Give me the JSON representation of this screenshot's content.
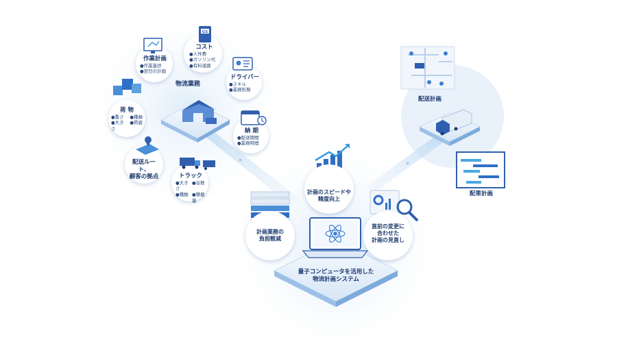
{
  "left": {
    "cluster_title": "物流業務",
    "work_plan": {
      "title": "作業計画",
      "items": [
        "作業進捗",
        "翌日の計画"
      ]
    },
    "cost": {
      "title": "コスト",
      "items": [
        "人件費",
        "ガソリン代",
        "有料道路"
      ],
      "sign": "GS"
    },
    "driver": {
      "title": "ドライバー",
      "items": [
        "スキル",
        "業務形態"
      ]
    },
    "cargo": {
      "title": "荷 物",
      "items": [
        "重さ",
        "種類",
        "大きさ",
        "荷姿"
      ]
    },
    "deadline": {
      "title": "納 期",
      "items": [
        "配送期間",
        "業務時間"
      ]
    },
    "route": {
      "title_lines": [
        "配送ルート、",
        "顧客の拠点"
      ]
    },
    "truck": {
      "title": "トラック",
      "items": [
        "大きさ",
        "台数",
        "種類",
        "積載量"
      ]
    }
  },
  "center": {
    "speed": {
      "lines": [
        "計画のスピードや",
        "精度向上"
      ]
    },
    "burden": {
      "lines": [
        "計画業務の",
        "負担軽減"
      ]
    },
    "review": {
      "lines": [
        "直前の変更に",
        "合わせた",
        "計画の見直し"
      ]
    },
    "system": {
      "lines": [
        "量子コンピュータを活用した",
        "物流計画システム"
      ]
    }
  },
  "right": {
    "delivery_plan": {
      "title": "配送計画"
    },
    "vehicle_plan": {
      "title": "配車計画"
    }
  },
  "colors": {
    "primary": "#2f6fc6",
    "dark": "#1d3a6e",
    "light": "#e8f2fb",
    "accent": "#4aa8e0"
  }
}
